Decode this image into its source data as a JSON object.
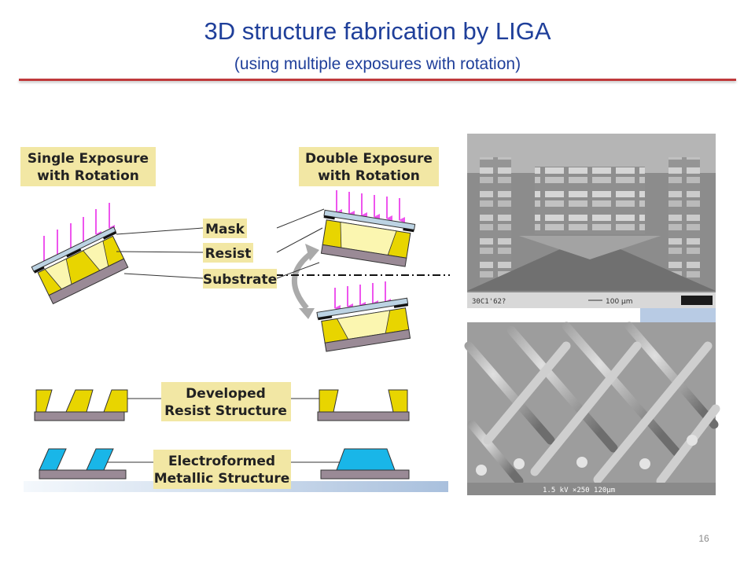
{
  "slide": {
    "title": "3D structure fabrication by LIGA",
    "subtitle": "(using multiple exposures with rotation)",
    "page_number": "16"
  },
  "diagram": {
    "single_exposure": [
      "Single Exposure",
      "with Rotation"
    ],
    "double_exposure": [
      "Double Exposure",
      "with Rotation"
    ],
    "mask": "Mask",
    "resist": "Resist",
    "substrate": "Substrate",
    "developed": [
      "Developed",
      "Resist Structure"
    ],
    "electroformed": [
      "Electroformed",
      "Metallic Structure"
    ]
  },
  "sem_top": {
    "caption_left": "30C1'62?",
    "scale": "100 µm"
  },
  "sem_bottom": {
    "caption": "1.5 kV  ×250  120µm"
  },
  "colors": {
    "title": "#1f3f9a",
    "rule": "#c0393b",
    "label_box": "#f2e7a4",
    "resist": "#e8d500",
    "resist_light": "#fbf6b0",
    "substrate": "#9a8a96",
    "mask": "#bcd3e3",
    "arrow": "#ee55ee",
    "metal": "#19b6e8"
  }
}
